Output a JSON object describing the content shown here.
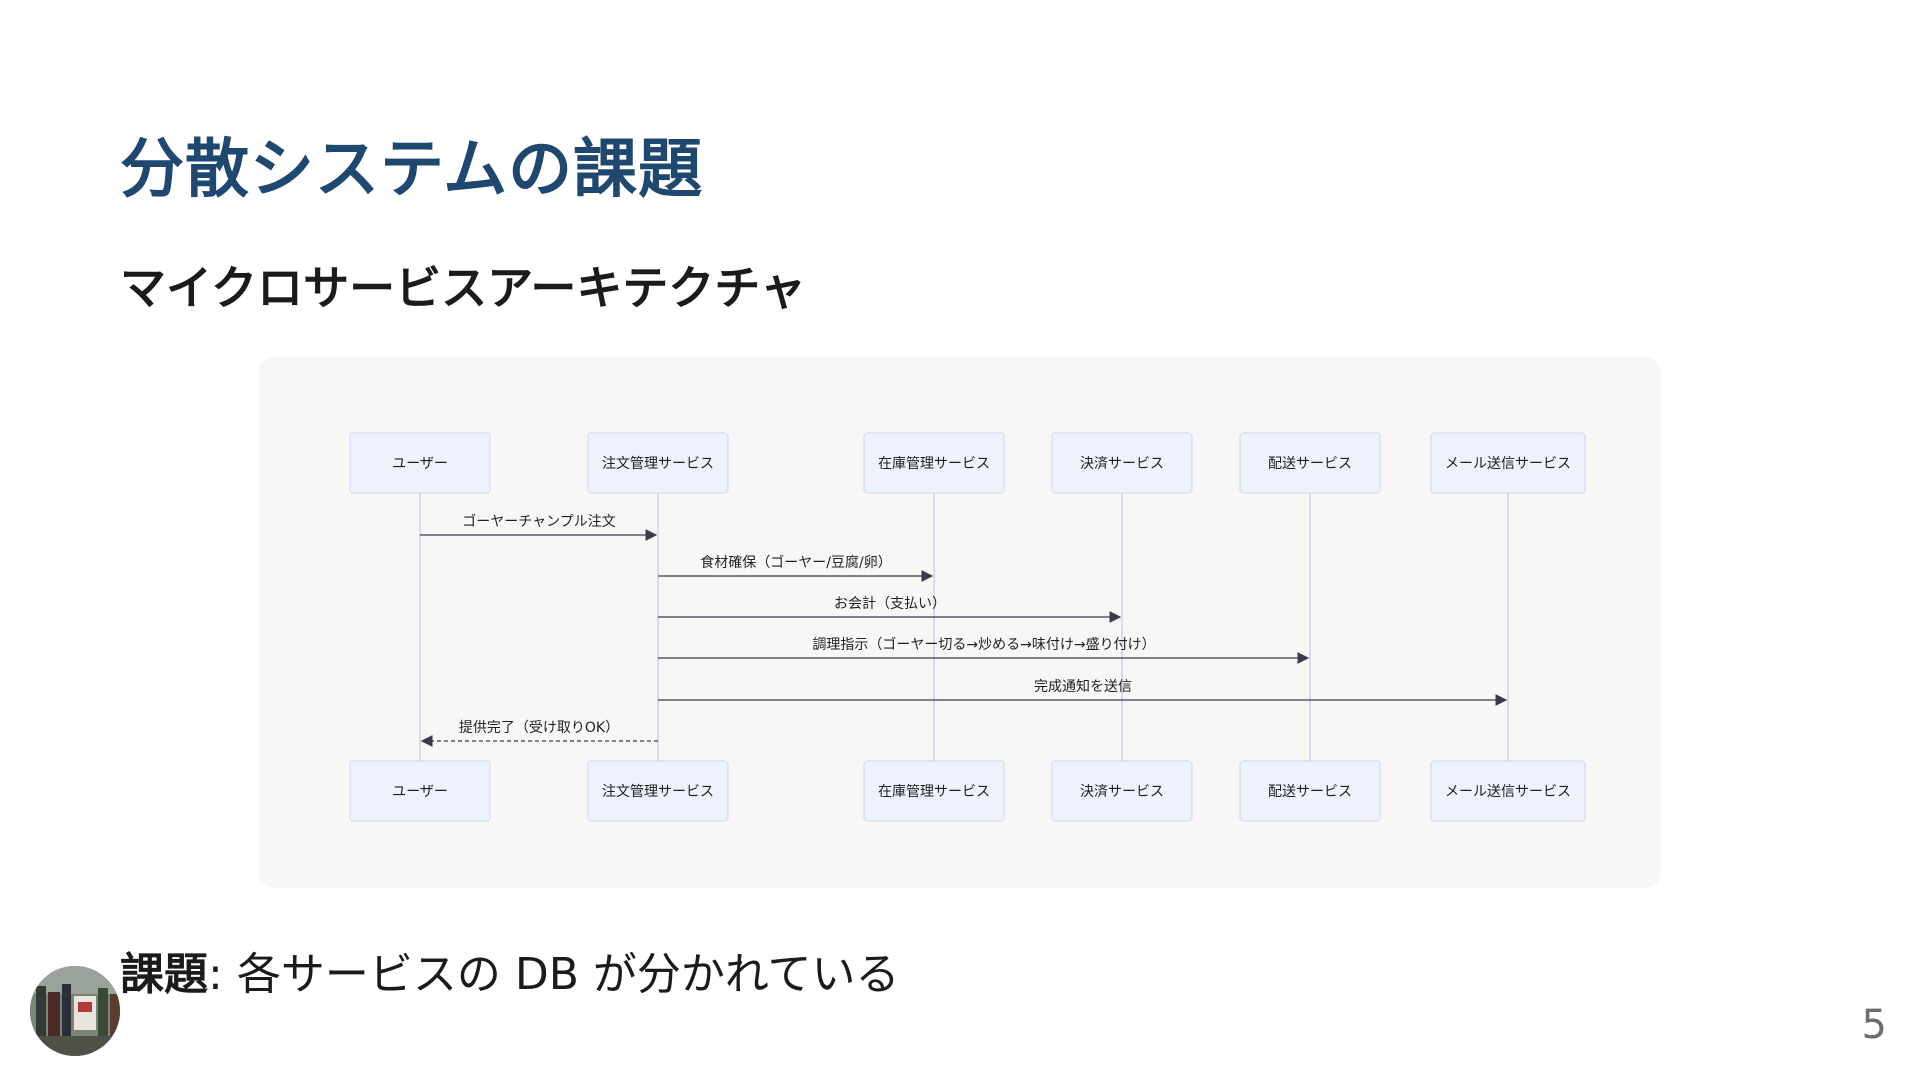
{
  "slide": {
    "title": "分散システムの課題",
    "subtitle": "マイクロサービスアーキテクチャ",
    "note_label": "課題",
    "note_separator": ":",
    "note_text": "各サービスの DB が分かれている",
    "page_number": "5",
    "avatar_icon": "avatar-photo-icon"
  },
  "diagram": {
    "type": "sequence",
    "participants": [
      "ユーザー",
      "注文管理サービス",
      "在庫管理サービス",
      "決済サービス",
      "配送サービス",
      "メール送信サービス"
    ],
    "messages": [
      {
        "from": 0,
        "to": 1,
        "label": "ゴーヤーチャンプル注文",
        "style": "solid"
      },
      {
        "from": 1,
        "to": 2,
        "label": "食材確保（ゴーヤー/豆腐/卵）",
        "style": "solid"
      },
      {
        "from": 1,
        "to": 3,
        "label": "お会計（支払い）",
        "style": "solid"
      },
      {
        "from": 1,
        "to": 4,
        "label": "調理指示（ゴーヤー切る→炒める→味付け→盛り付け）",
        "style": "solid"
      },
      {
        "from": 1,
        "to": 5,
        "label": "完成通知を送信",
        "style": "solid"
      },
      {
        "from": 1,
        "to": 0,
        "label": "提供完了（受け取りOK）",
        "style": "dashed"
      }
    ],
    "colors": {
      "panel": "#f8f7f6",
      "box_fill": "#eef2fd",
      "box_stroke": "#d3dcf3",
      "lifeline": "#c9d3f0",
      "arrow": "#3b3b48",
      "text": "#1f1f1f"
    }
  }
}
